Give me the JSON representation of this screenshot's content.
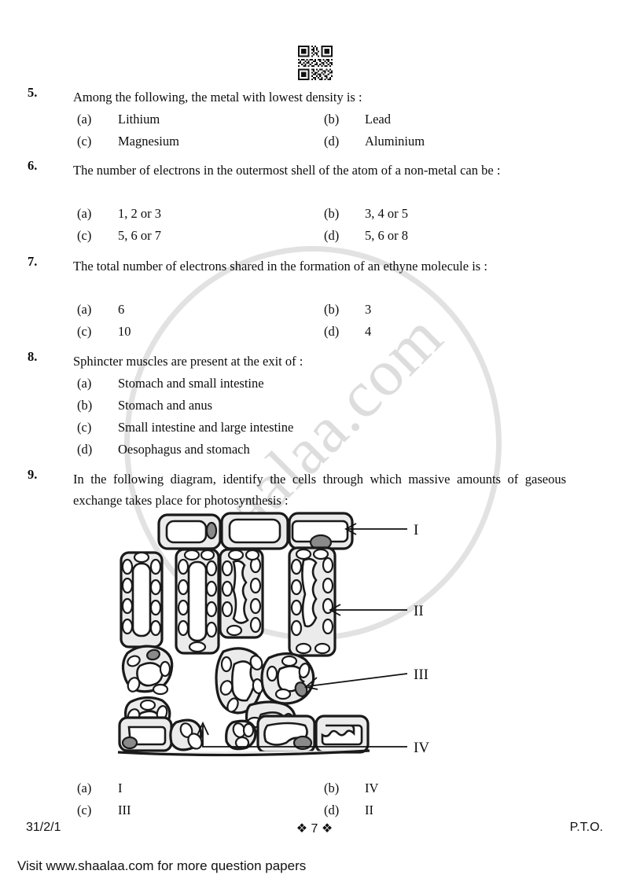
{
  "header": {
    "qr_code": "qr-code-icon"
  },
  "watermark": {
    "text": "shaalaa.com"
  },
  "questions": [
    {
      "number": "5.",
      "stem": "Among the following, the metal with lowest density is :",
      "layout": "two-column",
      "options": [
        {
          "tag": "(a)",
          "text": "Lithium"
        },
        {
          "tag": "(b)",
          "text": "Lead"
        },
        {
          "tag": "(c)",
          "text": "Magnesium"
        },
        {
          "tag": "(d)",
          "text": "Aluminium"
        }
      ]
    },
    {
      "number": "6.",
      "stem": "The number of electrons in the outermost shell of the atom of a non-metal can be :",
      "layout": "two-column",
      "options": [
        {
          "tag": "(a)",
          "text": "1, 2 or 3"
        },
        {
          "tag": "(b)",
          "text": "3, 4 or 5"
        },
        {
          "tag": "(c)",
          "text": "5, 6 or 7"
        },
        {
          "tag": "(d)",
          "text": "5, 6 or 8"
        }
      ]
    },
    {
      "number": "7.",
      "stem": "The total number of electrons shared in the formation of an ethyne molecule is :",
      "layout": "two-column",
      "options": [
        {
          "tag": "(a)",
          "text": "6"
        },
        {
          "tag": "(b)",
          "text": "3"
        },
        {
          "tag": "(c)",
          "text": "10"
        },
        {
          "tag": "(d)",
          "text": "4"
        }
      ]
    },
    {
      "number": "8.",
      "stem": "Sphincter muscles are present at the exit of :",
      "layout": "single-column",
      "options": [
        {
          "tag": "(a)",
          "text": "Stomach and small intestine"
        },
        {
          "tag": "(b)",
          "text": "Stomach and anus"
        },
        {
          "tag": "(c)",
          "text": "Small intestine and large intestine"
        },
        {
          "tag": "(d)",
          "text": "Oesophagus and stomach"
        }
      ]
    },
    {
      "number": "9.",
      "stem": "In the following diagram, identify the cells through which massive amounts of gaseous exchange takes place for photosynthesis :",
      "layout": "two-column",
      "options": [
        {
          "tag": "(a)",
          "text": "I"
        },
        {
          "tag": "(b)",
          "text": "IV"
        },
        {
          "tag": "(c)",
          "text": "III"
        },
        {
          "tag": "(d)",
          "text": "II"
        }
      ]
    }
  ],
  "diagram": {
    "name": "leaf-cross-section-diagram",
    "labels": [
      {
        "id": "I",
        "text": "I",
        "points_to": "upper-epidermis-cell"
      },
      {
        "id": "II",
        "text": "II",
        "points_to": "palisade-mesophyll-cell"
      },
      {
        "id": "III",
        "text": "III",
        "points_to": "spongy-mesophyll-cell"
      },
      {
        "id": "IV",
        "text": "IV",
        "points_to": "lower-epidermis-stoma"
      }
    ]
  },
  "footer": {
    "paper_code": "31/2/1",
    "page_number": "7",
    "page_number_display": "❖ 7 ❖",
    "turn_over": "P.T.O.",
    "site_note": "Visit www.shaalaa.com for more question papers"
  }
}
